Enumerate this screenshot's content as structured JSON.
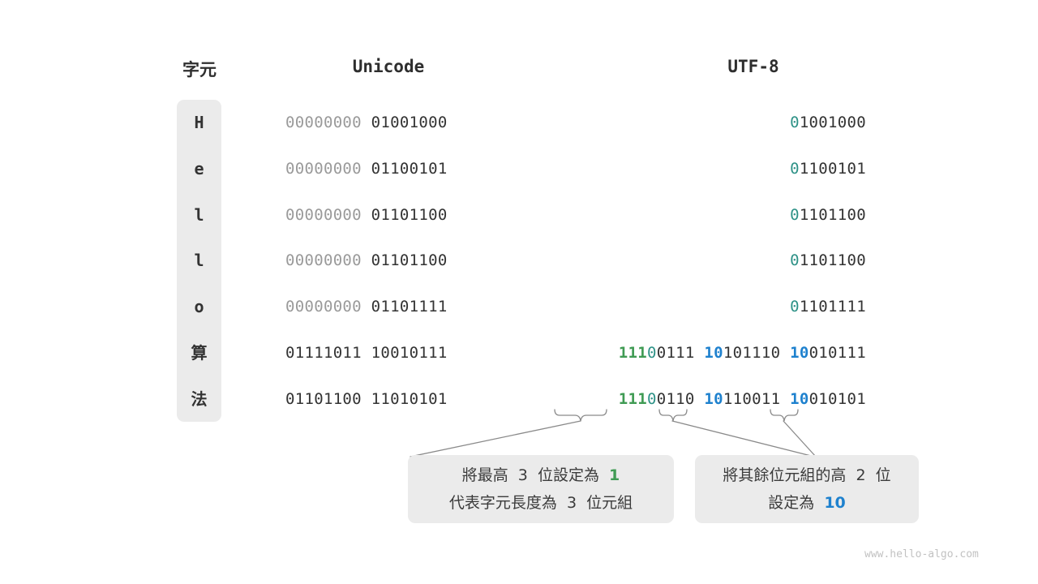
{
  "headers": {
    "character": "字元",
    "unicode": "Unicode",
    "utf8": "UTF-8"
  },
  "rows": [
    {
      "char": "H",
      "unicode_high": "00000000",
      "unicode_low": "01001000",
      "utf8_segments": [
        {
          "text": "0",
          "color": "teal"
        },
        {
          "text": "1001000",
          "color": "dark"
        }
      ]
    },
    {
      "char": "e",
      "unicode_high": "00000000",
      "unicode_low": "01100101",
      "utf8_segments": [
        {
          "text": "0",
          "color": "teal"
        },
        {
          "text": "1100101",
          "color": "dark"
        }
      ]
    },
    {
      "char": "l",
      "unicode_high": "00000000",
      "unicode_low": "01101100",
      "utf8_segments": [
        {
          "text": "0",
          "color": "teal"
        },
        {
          "text": "1101100",
          "color": "dark"
        }
      ]
    },
    {
      "char": "l",
      "unicode_high": "00000000",
      "unicode_low": "01101100",
      "utf8_segments": [
        {
          "text": "0",
          "color": "teal"
        },
        {
          "text": "1101100",
          "color": "dark"
        }
      ]
    },
    {
      "char": "o",
      "unicode_high": "00000000",
      "unicode_low": "01101111",
      "utf8_segments": [
        {
          "text": "0",
          "color": "teal"
        },
        {
          "text": "1101111",
          "color": "dark"
        }
      ]
    },
    {
      "char": "算",
      "unicode_high": "01111011",
      "unicode_low": "10010111",
      "unicode_high_dim": false,
      "utf8_segments": [
        {
          "text": "111",
          "color": "green"
        },
        {
          "text": "0",
          "color": "teal"
        },
        {
          "text": "0111 ",
          "color": "dark"
        },
        {
          "text": "10",
          "color": "blue"
        },
        {
          "text": "101110 ",
          "color": "dark"
        },
        {
          "text": "10",
          "color": "blue"
        },
        {
          "text": "010111",
          "color": "dark"
        }
      ]
    },
    {
      "char": "法",
      "unicode_high": "01101100",
      "unicode_low": "11010101",
      "unicode_high_dim": false,
      "utf8_segments": [
        {
          "text": "111",
          "color": "green"
        },
        {
          "text": "0",
          "color": "teal"
        },
        {
          "text": "0110 ",
          "color": "dark"
        },
        {
          "text": "10",
          "color": "blue"
        },
        {
          "text": "110011 ",
          "color": "dark"
        },
        {
          "text": "10",
          "color": "blue"
        },
        {
          "text": "010101",
          "color": "dark"
        }
      ]
    }
  ],
  "notes": {
    "left": {
      "line1_prefix": "將最高  3  位設定為  ",
      "line1_highlight": "1",
      "line2": "代表字元長度為  3  位元組"
    },
    "right": {
      "line1": "將其餘位元組的高  2  位",
      "line2_prefix": "設定為  ",
      "line2_highlight": "10"
    }
  },
  "watermark": "www.hello-algo.com",
  "colors": {
    "teal": "#2e9287",
    "green": "#409b54",
    "blue": "#1e81ce",
    "dark": "#333333",
    "dim": "#9a9a9a",
    "pill_bg": "#ebebeb",
    "note_bg": "#ebebeb",
    "stroke": "#8a8a8a",
    "background": "#ffffff"
  }
}
